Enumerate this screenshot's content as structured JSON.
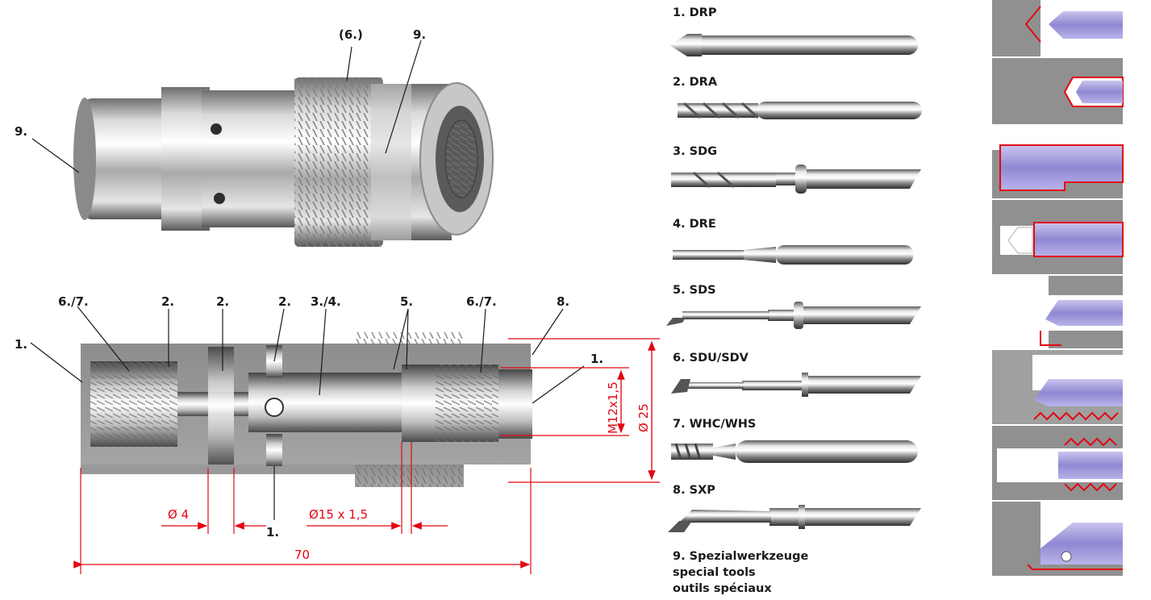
{
  "part_labels": {
    "top_left": "9.",
    "top_thread": "(6.)",
    "top_hex": "9.",
    "sec_1_left": "1.",
    "sec_67_left": "6./7.",
    "sec_2_a": "2.",
    "sec_2_b": "2.",
    "sec_2_c": "2.",
    "sec_34": "3./4.",
    "sec_5": "5.",
    "sec_67_right": "6./7.",
    "sec_8": "8.",
    "sec_1_right": "1.",
    "sec_1_bottom": "1."
  },
  "dimensions": {
    "d4": "Ø 4",
    "d15": "Ø15 x 1,5",
    "m12": "M12x1,5",
    "d25": "Ø 25",
    "len70": "70"
  },
  "tools": [
    {
      "label": "1. DRP"
    },
    {
      "label": "2. DRA"
    },
    {
      "label": "3. SDG"
    },
    {
      "label": "4. DRE"
    },
    {
      "label": "5. SDS"
    },
    {
      "label": "6. SDU/SDV"
    },
    {
      "label": "7. WHC/WHS"
    },
    {
      "label": "8. SXP"
    }
  ],
  "special_tools": {
    "line1": "9. Spezialwerkzeuge",
    "line2": "special tools",
    "line3": "outils spéciaux"
  },
  "colors": {
    "dimension_red": "#e30613",
    "steel": "#c9c9c9",
    "section_grey": "#9a9a9a",
    "tool_violet": "#9a93d8"
  }
}
